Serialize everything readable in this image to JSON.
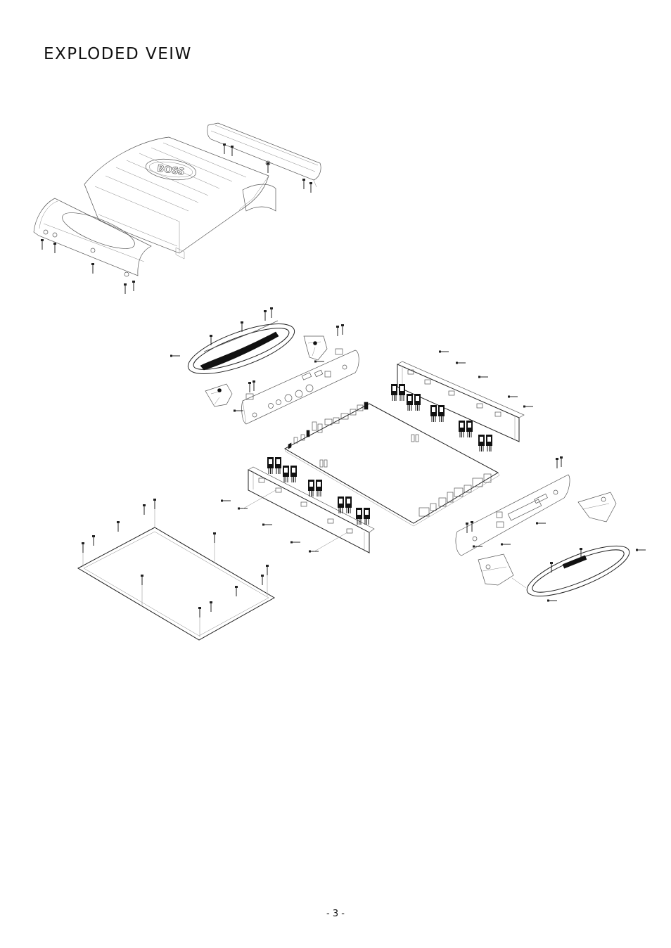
{
  "page": {
    "title": "EXPLODED VEIW",
    "page_number": "- 3 -"
  },
  "diagram": {
    "logo_text": "BOSS"
  }
}
